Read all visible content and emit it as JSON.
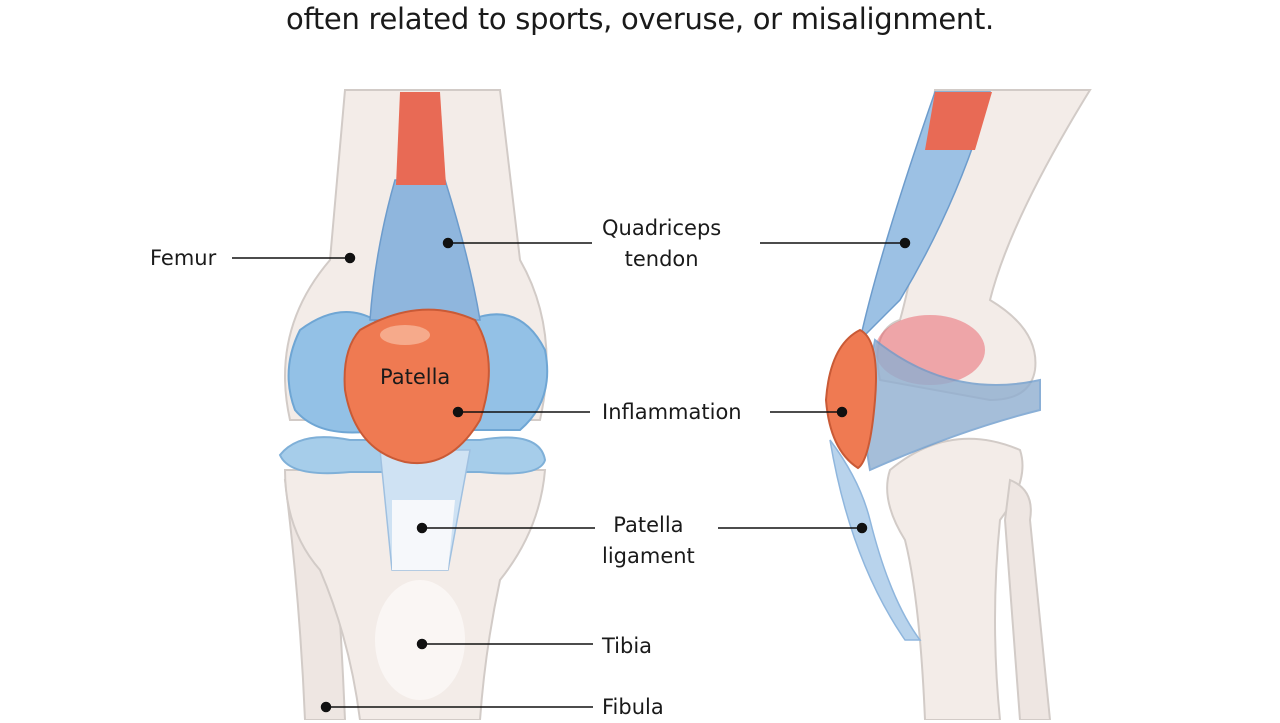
{
  "caption": {
    "line2": "often related to sports, overuse, or misalignment."
  },
  "labels": {
    "femur": "Femur",
    "quadriceps_tendon": [
      "Quadriceps",
      "tendon"
    ],
    "patella_inner": "Patella",
    "inflammation": "Inflammation",
    "patella_ligament": [
      "Patella",
      "ligament"
    ],
    "tibia": "Tibia",
    "fibula": "Fibula"
  },
  "colors": {
    "bone": "#f3ece8",
    "bone_outline": "#cfc8c4",
    "cartilage": "#9cc8ea",
    "tendon": "#8fb6dd",
    "muscle": "#e86a55",
    "patella": "#ef7a52",
    "inflammation": "#e8505a"
  }
}
